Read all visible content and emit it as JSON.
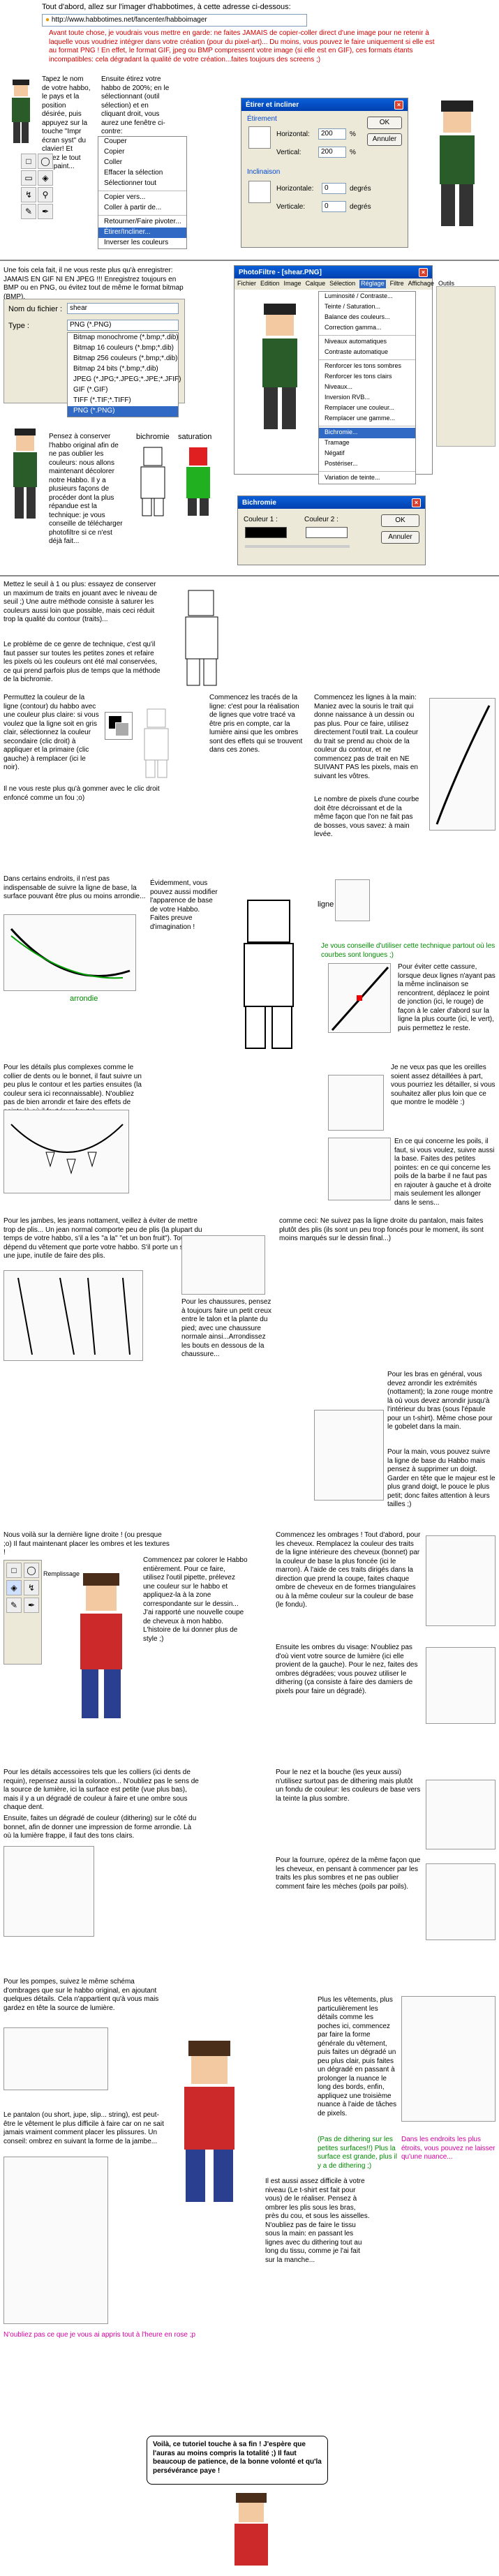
{
  "intro": {
    "line1": "Tout d'abord, allez sur l'imager d'habbotimes, à cette adresse ci-dessous:",
    "url": "http://www.habbotimes.net/fancenter/habboimager",
    "warning": "Avant toute chose, je voudrais vous mettre en garde: ne faites JAMAIS de copier-coller direct d'une image pour ne retenir à laquelle vous voudriez intégrer dans votre création (pour du pixel-art)... Du moins, vous pouvez le faire uniquement si elle est au format PNG ! En effet, le format GIF, jpeg ou BMP compressent votre image (si elle est en GIF), ces formats étants incompatibles: cela dégradant la qualité de votre création...faites toujours des screens ;)"
  },
  "step1": {
    "left_text": "Tapez le nom de votre habbo, le pays et la position désirée, puis appuyez sur la touche \"Impr écran syst\" du clavier! Et collez le tout sur paint...",
    "mid_text": "Ensuite étirez votre habbo de 200%; en le sélectionnant (outil sélection) et en cliquant droit, vous aurez une fenêtre ci-contre:",
    "context_menu": [
      "Couper",
      "Copier",
      "Coller",
      "Effacer la sélection",
      "Sélectionner tout",
      "Copier vers...",
      "Coller à partir de...",
      "Retourner/Faire pivoter...",
      "Étirer/Incliner...",
      "Inverser les couleurs"
    ],
    "selected_item": "Étirer/Incliner...",
    "dialog": {
      "title": "Étirer et incliner",
      "section1": "Étirement",
      "h_label": "Horizontal:",
      "h_value": "200",
      "v_label": "Vertical:",
      "v_value": "200",
      "section2": "Inclinaison",
      "h2_label": "Horizontale:",
      "h2_value": "0",
      "v2_label": "Verticale:",
      "v2_value": "0",
      "pct": "%",
      "deg": "degrés",
      "ok": "OK",
      "cancel": "Annuler"
    }
  },
  "step2": {
    "text": "Une fois cela fait, il ne vous reste plus qu'à enregistrer: JAMAIS EN GIF NI EN JPEG !!! Enregistrez toujours en BMP ou en PNG, ou évitez tout de même le format bitmap (BMP).",
    "file_label": "Nom du fichier :",
    "file_value": "shear",
    "type_label": "Type :",
    "type_value": "PNG (*.PNG)",
    "types": [
      "Bitmap monochrome (*.bmp;*.dib)",
      "Bitmap 16 couleurs (*.bmp;*.dib)",
      "Bitmap 256 couleurs (*.bmp;*.dib)",
      "Bitmap 24 bits (*.bmp;*.dib)",
      "JPEG (*.JPG;*.JPEG;*.JPE;*.JFIF)",
      "GIF (*.GIF)",
      "TIFF (*.TIF;*.TIFF)",
      "PNG (*.PNG)"
    ]
  },
  "step3": {
    "text": "Pensez à conserver l'habbo original afin de ne pas oublier les couleurs: nous allons maintenant décolorer notre Habbo. Il y a plusieurs façons de procéder dont la plus répandue est la technique: je vous conseille de télécharger photofiltre si ce n'est déjà fait...",
    "app_title": "PhotoFiltre - [shear.PNG]",
    "menubar": [
      "Fichier",
      "Edition",
      "Image",
      "Calque",
      "Sélection",
      "Réglage",
      "Filtre",
      "Affichage",
      "Outils"
    ],
    "reglage_menu": [
      "Luminosité / Contraste...",
      "Teinte / Saturation...",
      "Balance des couleurs...",
      "Correction gamma...",
      "Niveaux automatiques",
      "Contraste automatique",
      "Renforcer les tons sombres",
      "Renforcer les tons clairs",
      "Niveaux...",
      "Inversion RVB...",
      "Remplacer une couleur...",
      "Remplacer une gamme...",
      "Bichromie...",
      "Tramage",
      "Négatif",
      "Postériser...",
      "Variation de teinte..."
    ],
    "selected": "Bichromie...",
    "label_bichromie": "bichromie",
    "label_saturation": "saturation"
  },
  "bichromie_dialog": {
    "title": "Bichromie",
    "c1": "Couleur 1 :",
    "c2": "Couleur 2 :",
    "ok": "OK",
    "cancel": "Annuler"
  },
  "step4": {
    "text": "Mettez le seuil à 1 ou plus: essayez de conserver un maximum de traits en jouant avec le niveau de seuil ;) Une autre méthode consiste à saturer les couleurs aussi loin que possible, mais ceci réduit trop la qualité du contour (traits)...",
    "text2": "Le problème de ce genre de technique, c'est qu'il faut passer sur toutes les petites zones et refaire les pixels où les couleurs ont été mal conservées, ce qui prend parfois plus de temps que la méthode de la bichromie."
  },
  "step5": {
    "left_text": "Permuttez la couleur de la ligne (contour) du habbo avec une couleur plus claire: si vous voulez que la ligne soit en gris clair, sélectionnez la couleur secondaire (clic droit) à appliquer et la primaire (clic gauche) à remplacer (ici le noir).",
    "left_text2": "Il ne vous reste plus qu'à gommer avec le clic droit enfoncé comme un fou ;o)",
    "mid_text": "Commencez les tracés de la ligne: c'est pour la réalisation de lignes que votre tracé va être pris en compte, car la lumière ainsi que les ombres sont des effets qui se trouvent dans ces zones.",
    "right_text": "Commencez les lignes à la main: Maniez avec la souris le trait qui donne naissance à un dessin ou pas plus. Pour ce faire, utilisez directement l'outil trait. La couleur du trait se prend au choix de la couleur du contour, et ne commencez pas de trait en NE SUIVANT PAS les pixels, mais en suivant les vôtres.",
    "right_text2": "Le nombre de pixels d'une courbe doit être décroissant et de la même façon que l'on ne fait pas de bosses, vous savez: à main levée."
  },
  "step6": {
    "text": "Dans certains endroits, il n'est pas indispensable de suivre la ligne de base, la surface pouvant être plus ou moins arrondie...",
    "text2": "Évidemment, vous pouvez aussi modifier l'apparence de base de votre Habbo. Faites preuve d'imagination !",
    "label_arrondie": "arrondie",
    "label_ligne": "ligne",
    "label_technique": "Je vous conseille d'utiliser cette technique partout où les courbes sont longues ;)",
    "right_text": "Pour éviter cette cassure, lorsque deux lignes n'ayant pas la même inclinaison se rencontrent, déplacez le point de jonction (ici, le rouge) de façon à le caler d'abord sur la ligne la plus courte (ici, le vert), puis permettez le reste."
  },
  "step7": {
    "text": "Pour les détails plus complexes comme le collier de dents ou le bonnet, il faut suivre un peu plus le contour et les parties ensuites (la couleur sera ici reconnaissable). N'oubliez pas de bien arrondir et faire des effets de pointe là où il faut (aux bouts).",
    "right_text": "Je ne veux pas que les oreilles soient assez détaillées à part, vous pourriez les détailler, si vous souhaitez aller plus loin que ce que montre le modèle :)",
    "right_text2": "En ce qui concerne les poils, il faut, si vous voulez, suivre aussi la base. Faites des petites pointes: en ce qui concerne les poils de la barbe il ne faut pas en rajouter à gauche et à droite mais seulement les allonger dans le sens..."
  },
  "step8": {
    "text": "comme ceci: Ne suivez pas la ligne droite du pantalon, mais faites plutôt des plis (ils sont un peu trop foncés pour le moment, ils sont moins marqués sur le dessin final...)",
    "legs_text": "Pour les jambes, les jeans nottament, veillez à éviter de mettre trop de plis... Un jean normal comporte peu de plis (la plupart du temps de votre habbo, s'il a les \"a la\" \"et un bon fruit\"). Tout dépend du vêtement que porte votre habbo. S'il porte un short ou une jupe, inutile de faire des plis.",
    "shoes_text": "Pour les chaussures, pensez à toujours faire un petit creux entre le talon et la plante du pied; avec une chaussure normale ainsi...Arrondissez les bouts en dessous de la chaussure..."
  },
  "step9": {
    "text": "Pour les bras en général, vous devez arrondir les extrémités (nottament); la zone rouge montre là où vous devez arrondir jusqu'à l'intérieur du bras (sous l'épaule pour un t-shirt). Même chose pour le gobelet dans la main.",
    "text2": "Pour la main, vous pouvez suivre la ligne de base du Habbo mais pensez à supprimer un doigt. Garder en tête que le majeur est le plus grand doigt, le pouce le plus petit; donc faites attention à leurs tailles ;)"
  },
  "step10": {
    "text": "Nous voilà sur la dernière ligne droite ! (ou presque ;o) Il faut maintenant placer les ombres et les textures !",
    "fill_label": "Remplissage",
    "mid_text": "Commencez par colorer le Habbo entièrement. Pour ce faire, utilisez l'outil pipette, prélevez une couleur sur le habbo et appliquez-la à la zone correspondante sur le dessin... J'ai rapporté une nouvelle coupe de cheveux à mon habbo. L'histoire de lui donner plus de style ;)",
    "right_text": "Commencez les ombrages ! Tout d'abord, pour les cheveux. Remplacez la couleur des traits de la ligne intérieure des cheveux (bonnet) par la couleur de base la plus foncée (ici le marron). À l'aide de ces traits dirigés dans la direction que prend la coupe, faites chaque ombre de cheveux en de formes triangulaires ou à la même couleur sur la couleur de base (le fondu).",
    "right_text2": "Ensuite les ombres du visage: N'oubliez pas d'où vient votre source de lumière (ici elle provient de la gauche). Pour le nez, faites des ombres dégradées; vous pouvez utiliser le dithering (ça consiste à faire des damiers de pixels pour faire un dégradé)."
  },
  "step11": {
    "text": "Pour les détails accessoires tels que les colliers (ici dents de requin), repensez aussi la coloration... N'oubliez pas le sens de la source de lumière, ici la surface est petite (vue plus bas), mais il y a un dégradé de couleur à faire et une ombre sous chaque dent.",
    "text2": "Ensuite, faites un dégradé de couleur (dithering) sur le côté du bonnet, afin de donner une impression de forme arrondie. Là où la lumière frappe, il faut des tons clairs.",
    "right_text": "Pour le nez et la bouche (les yeux aussi) n'utilisez surtout pas de dithering mais plutôt un fondu de couleur: les couleurs de base vers la teinte la plus sombre.",
    "hands_text": "Pour la fourrure, opérez de la même façon que les cheveux, en pensant à commencer par les traits les plus sombres et ne pas oublier comment faire les mèches (poils par poils)."
  },
  "step12": {
    "shoes_text": "Pour les pompes, suivez le même schéma d'ombrages que sur le habbo original, en ajoutant quelques détails. Cela n'appartient qu'à vous mais gardez en tête la source de lumière.",
    "pants_text": "Le pantalon (ou short, jupe, slip... string), est peut-être le vêtement le plus difficile à faire car on ne sait jamais vraiment comment placer les plissures. Un conseil: ombrez en suivant la forme de la jambe...",
    "mid_text": "Il est aussi assez difficile à votre niveau (Le t-shirt est fait pour vous) de le réaliser. Pensez à ombrer les plis sous les bras, près du cou, et sous les aisselles. N'oubliez pas de faire le tissu sous la main: en passant les lignes avec du dithering tout au long du tissu, comme je l'ai fait sur la manche...",
    "right_text": "Plus les vêtements, plus particulièrement les détails comme les poches ici, commencez par faire la forme générale du vêtement, puis faites un dégradé un peu plus clair, puis faites un dégradé en passant à prolonger la nuance le long des bords, enfin, appliquez une troisième nuance à l'aide de tâches de pixels.",
    "label_surface": "(Pas de dithering sur les petites surfaces!!) Plus la surface est grande, plus il y a de dithering ;)",
    "label_rose": "Dans les endroits les plus étroits, vous pouvez ne laisser qu'une nuance...",
    "footer_note": "N'oubliez pas ce que je vous ai appris tout à l'heure en rose ;p"
  },
  "outro": {
    "text": "Voilà, ce tutoriel touche à sa fin ! J'espère que l'auras au moins compris la totalité ;) Il faut beaucoup de patience, de la bonne volonté et qu'la persévérance paye !"
  },
  "colors": {
    "red": "#d40000",
    "green": "#008a00",
    "blue": "#0033cc",
    "window_blue": "#0a5fd8",
    "skin": "#f2c9a0",
    "hair": "#4a2e1a",
    "shirt": "#cc2a2a",
    "pants": "#2a3f8f"
  }
}
